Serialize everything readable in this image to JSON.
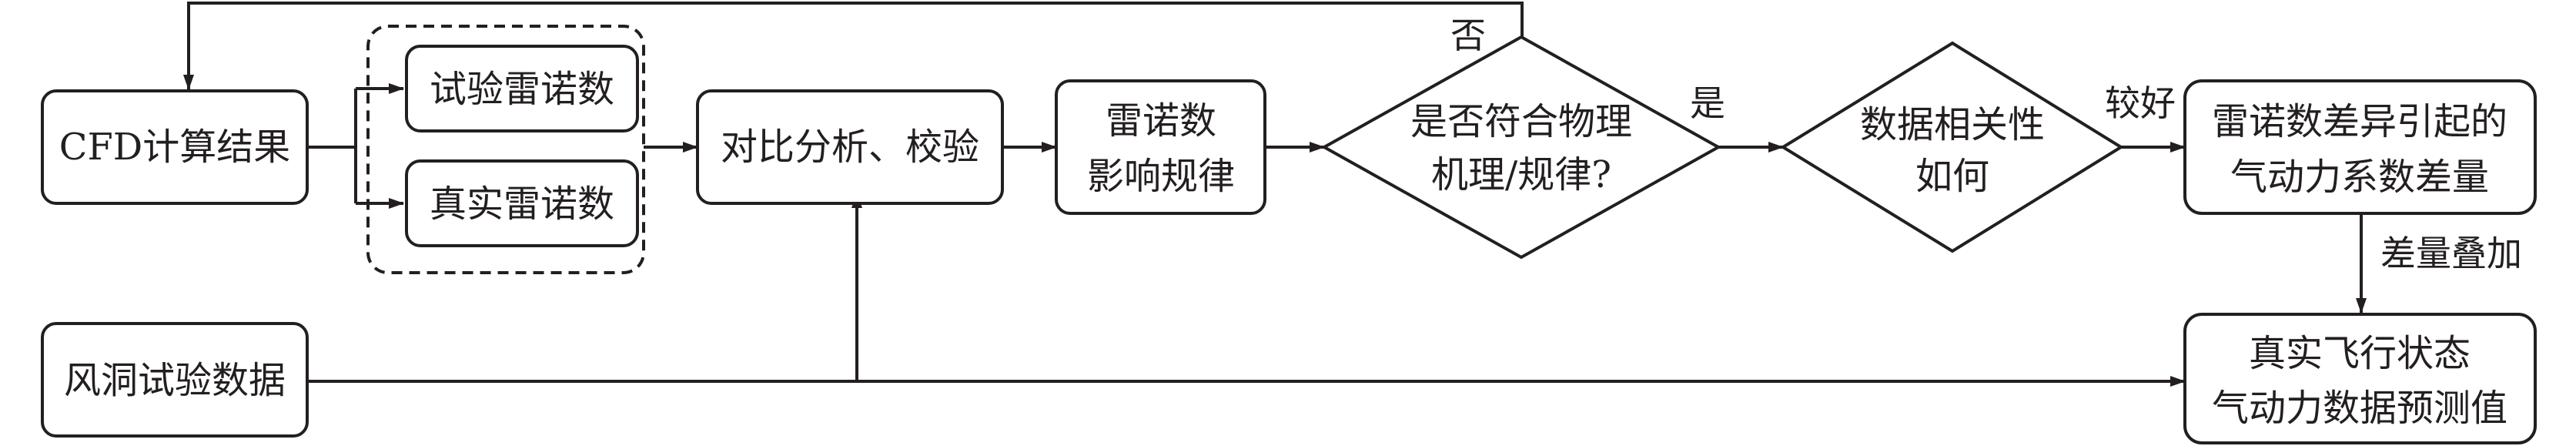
{
  "nodes": {
    "cfd": "CFD计算结果",
    "test_re": "试验雷诺数",
    "real_re": "真实雷诺数",
    "compare": "对比分析、校验",
    "influence": [
      "雷诺数",
      "影响规律"
    ],
    "decision_physics": [
      "是否符合物理",
      "机理/规律?"
    ],
    "decision_corr": [
      "数据相关性",
      "如何"
    ],
    "delta": [
      "雷诺数差异引起的",
      "气动力系数差量"
    ],
    "wind": "风洞试验数据",
    "prediction": [
      "真实飞行状态",
      "气动力数据预测值"
    ]
  },
  "labels": {
    "no": "否",
    "yes": "是",
    "better": "较好",
    "superpose": "差量叠加"
  },
  "colors": {
    "ink": "#231f20",
    "background": "#ffffff"
  }
}
